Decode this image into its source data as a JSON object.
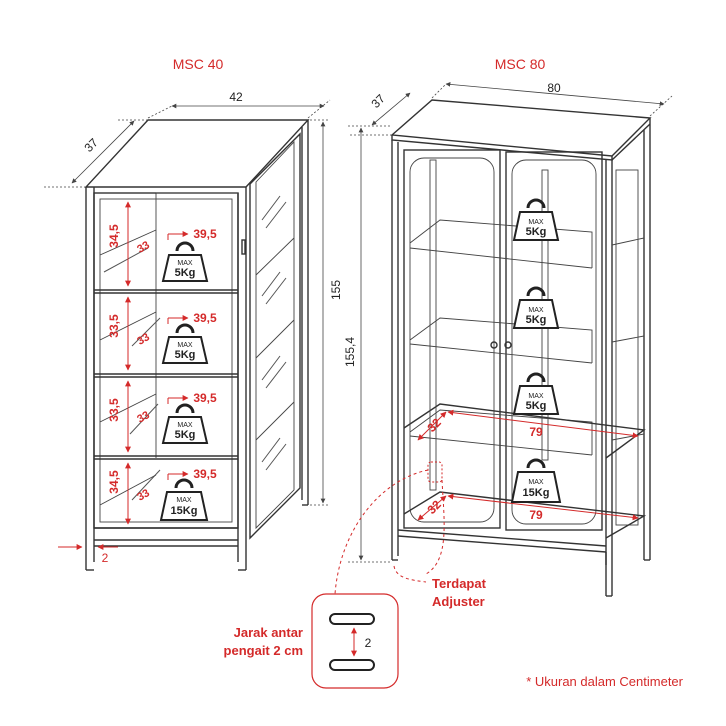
{
  "colors": {
    "accent": "#d42a2a",
    "line": "#333333"
  },
  "left_model": {
    "name": "MSC 40",
    "width": "42",
    "depth": "37",
    "height": "155",
    "foot_gap": "2",
    "shelves": [
      {
        "height": "34,5",
        "depth": "33",
        "width": "39,5",
        "max_label": "MAX",
        "load": "5Kg"
      },
      {
        "height": "33,5",
        "depth": "33",
        "width": "39,5",
        "max_label": "MAX",
        "load": "5Kg"
      },
      {
        "height": "33,5",
        "depth": "33",
        "width": "39,5",
        "max_label": "MAX",
        "load": "5Kg"
      },
      {
        "height": "34,5",
        "depth": "33",
        "width": "39,5",
        "max_label": "MAX",
        "load": "15Kg"
      }
    ]
  },
  "right_model": {
    "name": "MSC 80",
    "width": "80",
    "depth": "37",
    "height": "155,4",
    "inner_depth_top": "32",
    "inner_width_top": "79",
    "inner_depth_bottom": "32",
    "inner_width_bottom": "79",
    "weights": [
      {
        "max_label": "MAX",
        "load": "5Kg"
      },
      {
        "max_label": "MAX",
        "load": "5Kg"
      },
      {
        "max_label": "MAX",
        "load": "5Kg"
      },
      {
        "max_label": "MAX",
        "load": "15Kg"
      }
    ]
  },
  "adjuster_note": {
    "line1": "Terdapat",
    "line2": "Adjuster"
  },
  "hook_note": {
    "line1": "Jarak antar",
    "line2": "pengait 2 cm",
    "spacing": "2"
  },
  "footnote": "* Ukuran dalam Centimeter"
}
